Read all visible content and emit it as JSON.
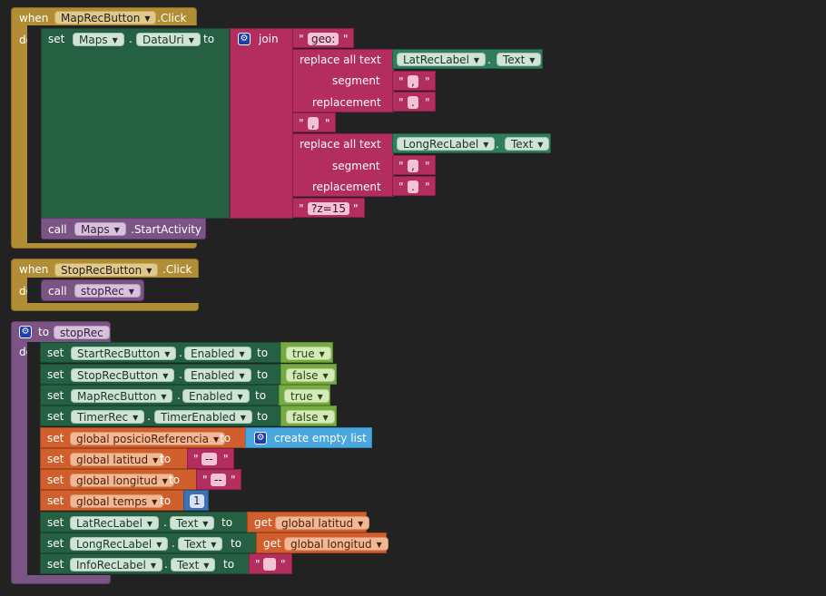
{
  "kw": {
    "when": "when",
    "do": "do",
    "set": "set",
    "to": "to",
    "call": "call",
    "get": "get",
    "dot": ".",
    "join": "join",
    "replace_all": "replace all text",
    "segment": "segment",
    "replacement": "replacement",
    "click": ".Click",
    "start_activity": ".StartActivity",
    "create_empty_list": "create empty list",
    "quote": "\""
  },
  "event1": {
    "component": "MapRecButton",
    "set_component": "Maps",
    "set_property": "DataUri",
    "str_geo": "geo:",
    "lat_component": "LatRecLabel",
    "lat_property": "Text",
    "seg1": ",",
    "rep1": ".",
    "str_comma": ",",
    "long_component": "LongRecLabel",
    "long_property": "Text",
    "seg2": ",",
    "rep2": ".",
    "str_zoom": "?z=15",
    "call_component": "Maps"
  },
  "event2": {
    "component": "StopRecButton",
    "call_proc": "stopRec"
  },
  "proc": {
    "name": "stopRec",
    "rows": [
      {
        "component": "StartRecButton",
        "property": "Enabled",
        "value": "true"
      },
      {
        "component": "StopRecButton",
        "property": "Enabled",
        "value": "false"
      },
      {
        "component": "MapRecButton",
        "property": "Enabled",
        "value": "true"
      },
      {
        "component": "TimerRec",
        "property": "TimerEnabled",
        "value": "false"
      }
    ],
    "g1_name": "global posicioReferencia",
    "g2_name": "global latitud",
    "g2_val": "--",
    "g3_name": "global longitud",
    "g3_val": "--",
    "g4_name": "global temps",
    "g4_val": "1",
    "s1_component": "LatRecLabel",
    "s1_property": "Text",
    "s1_get": "global latitud",
    "s2_component": "LongRecLabel",
    "s2_property": "Text",
    "s2_get": "global longitud",
    "s3_component": "InfoRecLabel",
    "s3_property": "Text",
    "s3_val": ""
  },
  "colors": {
    "workspace": "#222222",
    "event": "#b18e35",
    "procedure": "#7c5385",
    "component": "#266042",
    "text": "#b32d5e",
    "logic": "#77ab41",
    "variable": "#d05f2d",
    "list": "#4aa7de",
    "math": "#3f71b5"
  }
}
